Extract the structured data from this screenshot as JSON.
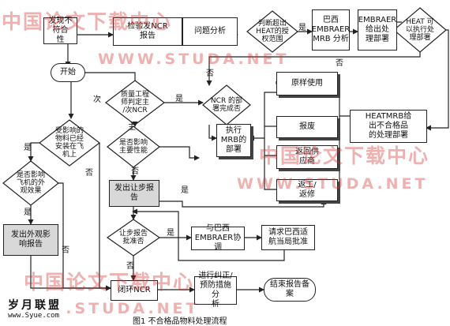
{
  "diagram": {
    "boxes": {
      "find_nonconforming": "发现不符合\n性",
      "inspect_ncr_report": "检验发NCR\n报告",
      "problem_analysis": "问题分析",
      "brazil_mrb_analysis": "巴西\nEMBRAER\nMRB 分析",
      "embraer_disposition": "EMBRAER\n给出处\n理部署",
      "exec_mrb_disposition": "执行\nMRB的\n部署",
      "use_as_is": "原样使用",
      "scrap": "报废",
      "return_supplier": "返回供\n应商",
      "rework_repair": "返工/\n返修",
      "heatmrb_disposition": "HEATMRB给\n出不合格品\n的处理部署",
      "issue_appearance_report": "发出外观影\n响报告",
      "issue_further_report": "发出让步报\n告",
      "coordinate_embraer": "与巴西\nEMBRAER协调",
      "request_brazil_approval": "请求巴西适\n航当局批准",
      "close_ncr": "闭环NCR",
      "corrective_action": "进行纠正/\n预防措施分\n析"
    },
    "terminals": {
      "start": "开始",
      "end_report_archive": "结束报告备\n案"
    },
    "decisions": {
      "exceeds_heat_authority": "判断超出\nHEAT的授\n权范围",
      "heat_can_execute": "HEAT 可\n以执行处\n理部署",
      "ncr_complete": "NCR 的部\n署完成否",
      "quality_engineer_decide": "质量工程\n师判定主\n/次NCR",
      "material_installed": "受影响的\n物料已经\n安装在飞\n机上",
      "affects_appearance": "是否影响\n飞机的外\n观效果",
      "affects_main_performance": "是否影响\n主要性能",
      "concession_approved": "让步报告\n批准否"
    },
    "labels": {
      "yes": "是",
      "no": "否",
      "minor": "次",
      "main": "主"
    },
    "caption": "图1  不合格品物料处理流程",
    "watermarks": {
      "cn": "中国论文下载中心",
      "url": "WWW.STUDA.NET"
    },
    "logo": {
      "main": "岁月联盟",
      "sub": "www.Syue.com"
    }
  },
  "colors": {
    "line": "#222222",
    "watermark": "#d63030",
    "gray_fill": "#d8d8d8"
  }
}
